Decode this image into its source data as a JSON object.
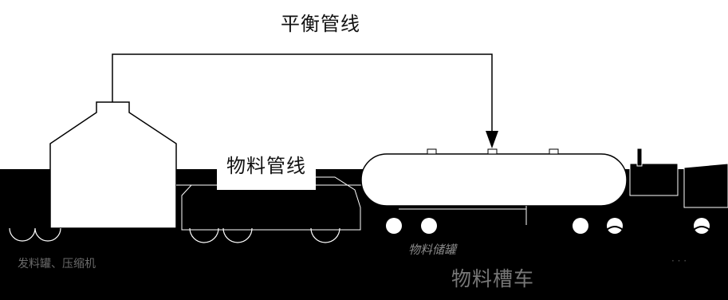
{
  "labels": {
    "balance_line": "平衡管线",
    "material_line": "物料管线",
    "ghost_left": "发料罐、压缩机",
    "ghost_mid": "物料储罐",
    "ghost_bottom": "物料槽车",
    "ghost_right": "· · ·"
  },
  "colors": {
    "background": "#ffffff",
    "ground": "#000000",
    "outline": "#000000"
  }
}
